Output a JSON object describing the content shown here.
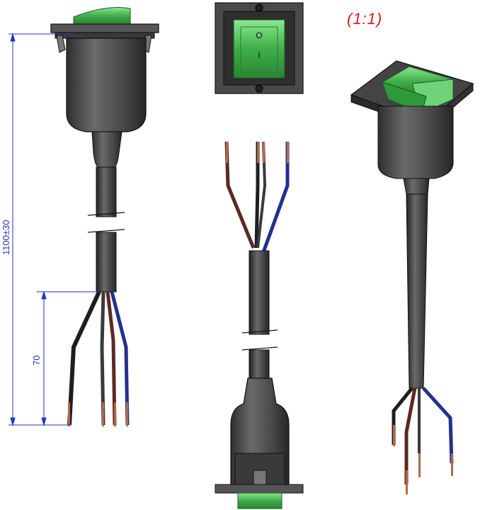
{
  "scale": "(1:1)",
  "dimensions": {
    "overall_length": "1100±30",
    "strip_length": "70"
  },
  "switch_markings": {
    "on": "I",
    "off": "O"
  },
  "colors": {
    "housing": "#4a4a4a",
    "housing_dark": "#2e2e2e",
    "rocker": "#3fae49",
    "rocker_light": "#7ddc85",
    "wire_black": "#1e1e1e",
    "wire_brown": "#5a2a22",
    "wire_blue": "#23318e",
    "copper": "#b06a4a",
    "dimension": "#2233bb",
    "scale_text": "#e01818"
  }
}
